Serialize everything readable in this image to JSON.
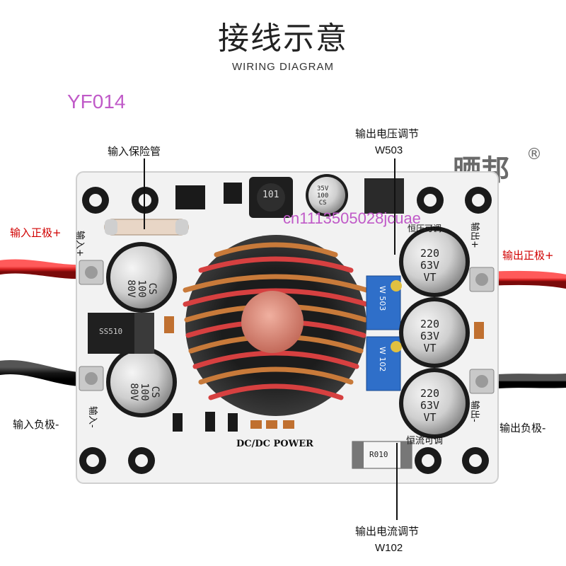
{
  "header": {
    "title_cn": "接线示意",
    "title_en": "WIRING DIAGRAM",
    "model": "YF014"
  },
  "brand": {
    "name": "晒邦",
    "reg": "®"
  },
  "watermark": "cn1113505028jcuae",
  "callouts": {
    "input_fuse": "输入保险管",
    "voltage_adjust": "输出电压调节",
    "voltage_pot": "W503",
    "input_positive": "输入正极+",
    "output_positive": "输出正极+",
    "input_negative": "输入负极-",
    "output_negative": "输出负极-",
    "current_adjust": "输出电流调节",
    "current_pot": "W102"
  },
  "board": {
    "silk_in_plus": "输入+",
    "silk_in_minus": "输入-",
    "silk_out_plus": "输出+",
    "silk_out_minus": "输出-",
    "silk_cv": "恒压可调",
    "silk_cc": "恒流可调",
    "silk_dcdc": "DC/DC POWER",
    "inductor_small": "101",
    "cap_small_1": "35V",
    "cap_small_2": "100",
    "cap_small_3": "CS",
    "cap_in_1_a": "CS",
    "cap_in_1_b": "100",
    "cap_in_1_c": "80V",
    "cap_in_2_a": "CS",
    "cap_in_2_b": "100",
    "cap_in_2_c": "80V",
    "diode": "SS510",
    "cap_out_a": "220",
    "cap_out_b": "63V",
    "cap_out_c": "VT",
    "pot_w503": "W 503",
    "pot_w102": "W 102",
    "shunt": "R010"
  },
  "colors": {
    "pcb": "#f2f2f2",
    "wire_red": "#d62020",
    "wire_black": "#151515",
    "copper": "#c87a3a",
    "pot_blue": "#2f6fc9",
    "cap_black": "#1b1b1b",
    "model_purple": "#c05ac8"
  }
}
